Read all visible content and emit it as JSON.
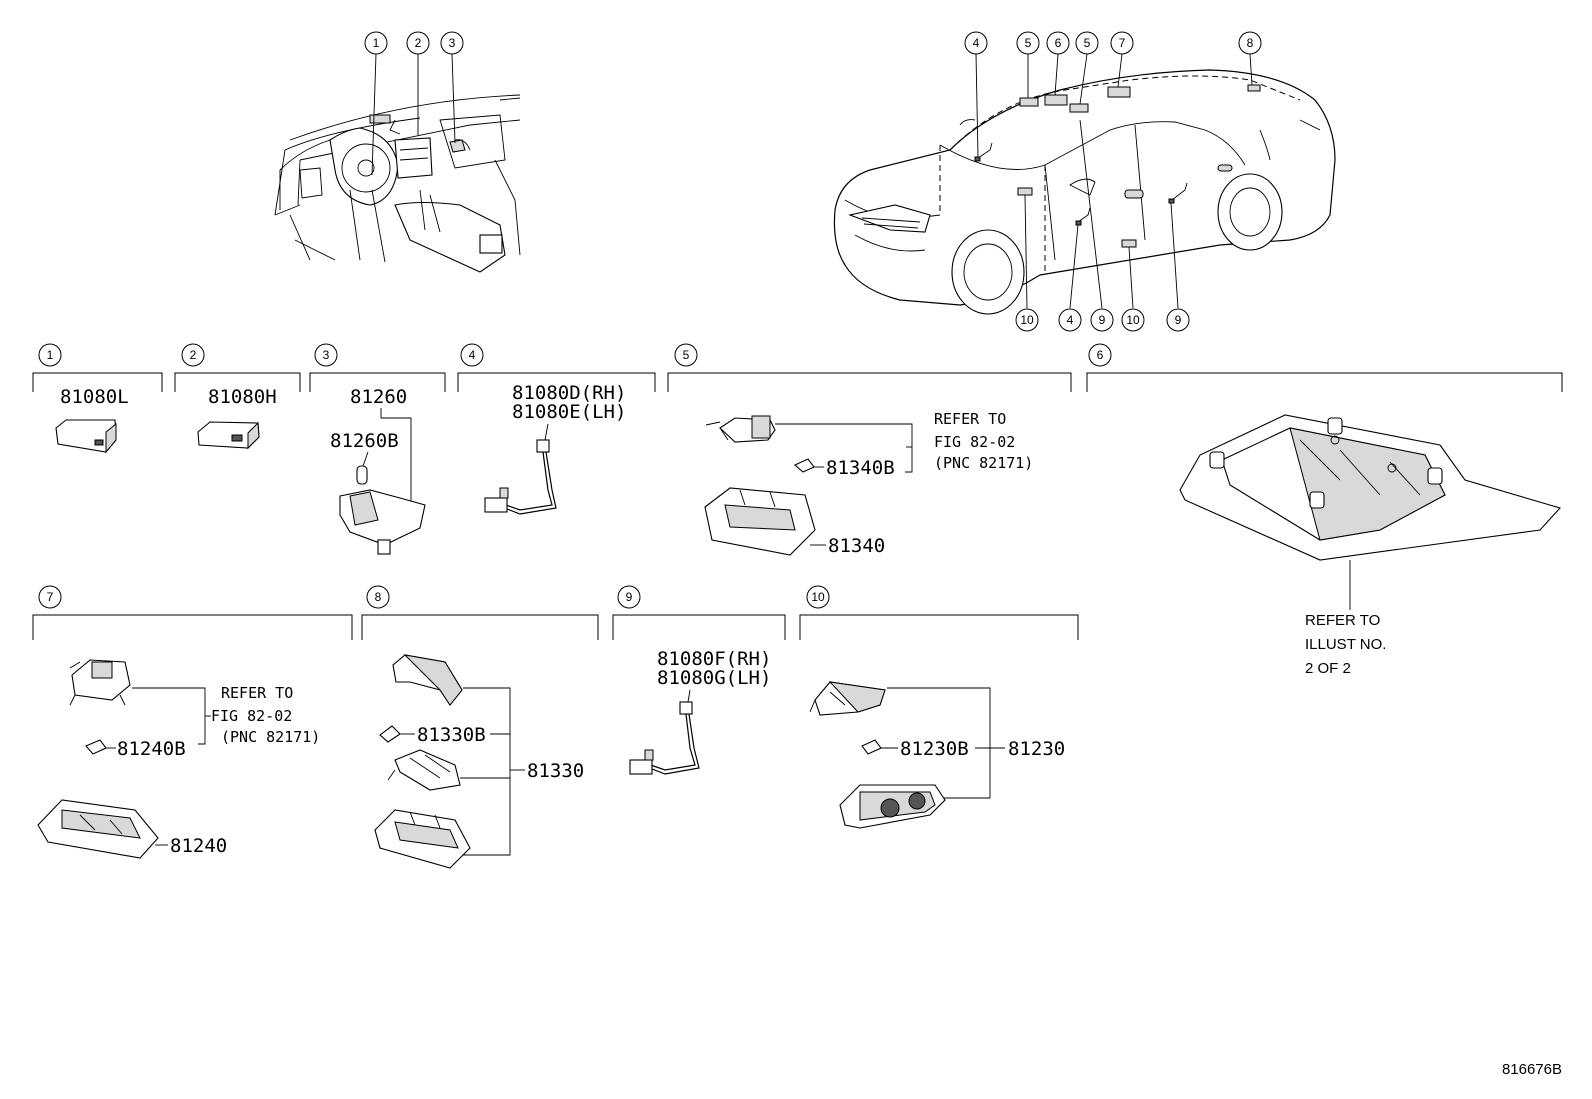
{
  "callouts": {
    "c1": "1",
    "c2": "2",
    "c3": "3",
    "c4": "4",
    "c5": "5",
    "c6": "6",
    "c7": "7",
    "c8": "8",
    "c9": "9",
    "c10": "10"
  },
  "sections": {
    "s1": {
      "num": "1",
      "part": "81080L"
    },
    "s2": {
      "num": "2",
      "part": "81080H"
    },
    "s3": {
      "num": "3",
      "part": "81260",
      "sub": "81260B"
    },
    "s4": {
      "num": "4",
      "part_rh": "81080D(RH)",
      "part_lh": "81080E(LH)"
    },
    "s5": {
      "num": "5",
      "bulb": "81340B",
      "lens": "81340",
      "refer": [
        "REFER TO",
        "FIG 82-02",
        "(PNC 82171)"
      ]
    },
    "s6": {
      "num": "6",
      "refer": [
        "REFER TO",
        "ILLUST NO.",
        "2 OF 2"
      ]
    },
    "s7": {
      "num": "7",
      "bulb": "81240B",
      "lens": "81240",
      "refer": [
        "REFER TO",
        "FIG 82-02",
        "(PNC 82171)"
      ]
    },
    "s8": {
      "num": "8",
      "bulb": "81330B",
      "assy": "81330"
    },
    "s9": {
      "num": "9",
      "part_rh": "81080F(RH)",
      "part_lh": "81080G(LH)"
    },
    "s10": {
      "num": "10",
      "bulb": "81230B",
      "assy": "81230"
    }
  },
  "illustration_id": "816676B"
}
